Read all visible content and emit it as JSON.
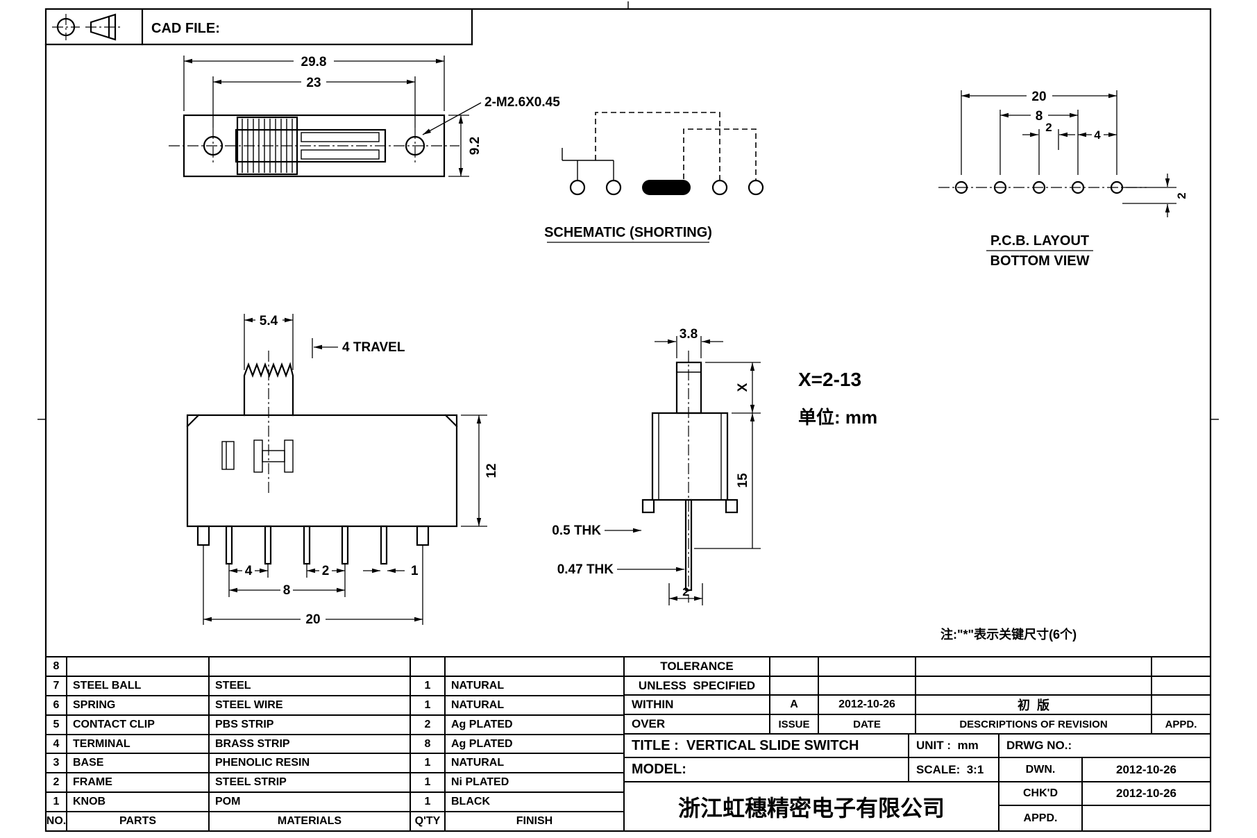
{
  "sheet": {
    "cad_file_label": "CAD FILE:",
    "note": "注:\"*\"表示关键尺寸(6个)"
  },
  "front_view": {
    "dim_width": "29.8",
    "dim_hole_span": "23",
    "dim_height": "9.2",
    "thread_callout": "2-M2.6X0.45"
  },
  "schematic": {
    "caption": "SCHEMATIC (SHORTING)"
  },
  "pcb_view": {
    "dim_total": "20",
    "dim_inner": "8",
    "dim_pitch": "2",
    "dim_end": "4",
    "dim_row": "2",
    "caption_line1": "P.C.B. LAYOUT",
    "caption_line2": "BOTTOM VIEW"
  },
  "side_view": {
    "dim_knob_width": "5.4",
    "dim_travel": "4 TRAVEL",
    "dim_body_height": "12",
    "dim_pin_a": "4",
    "dim_pin_b": "2",
    "dim_pin_c": "8",
    "dim_pin_total": "20",
    "dim_pin_width": "1"
  },
  "profile_view": {
    "dim_stem": "3.8",
    "dim_x": "X",
    "dim_height": "15",
    "dim_thk_frame": "0.5 THK",
    "dim_thk_pin": "0.47 THK",
    "dim_pin_offset": "2",
    "x_range": "X=2-13",
    "unit_note": "单位: mm"
  },
  "parts_table": {
    "headers": {
      "no": "NO.",
      "parts": "PARTS",
      "materials": "MATERIALS",
      "qty": "Q'TY",
      "finish": "FINISH"
    },
    "rows": [
      {
        "no": "8",
        "parts": "",
        "materials": "",
        "qty": "",
        "finish": ""
      },
      {
        "no": "7",
        "parts": "STEEL BALL",
        "materials": "STEEL",
        "qty": "1",
        "finish": "NATURAL"
      },
      {
        "no": "6",
        "parts": "SPRING",
        "materials": "STEEL WIRE",
        "qty": "1",
        "finish": "NATURAL"
      },
      {
        "no": "5",
        "parts": "CONTACT CLIP",
        "materials": "PBS STRIP",
        "qty": "2",
        "finish": "Ag PLATED"
      },
      {
        "no": "4",
        "parts": "TERMINAL",
        "materials": "BRASS STRIP",
        "qty": "8",
        "finish": "Ag PLATED"
      },
      {
        "no": "3",
        "parts": "BASE",
        "materials": "PHENOLIC RESIN",
        "qty": "1",
        "finish": "NATURAL"
      },
      {
        "no": "2",
        "parts": "FRAME",
        "materials": "STEEL STRIP",
        "qty": "1",
        "finish": "Ni PLATED"
      },
      {
        "no": "1",
        "parts": "KNOB",
        "materials": "POM",
        "qty": "1",
        "finish": "BLACK"
      }
    ]
  },
  "title_block": {
    "tolerance_line1": "TOLERANCE",
    "tolerance_line2": "UNLESS  SPECIFIED",
    "within_label": "WITHIN",
    "over_label": "OVER",
    "revision": {
      "letter": "A",
      "date": "2012-10-26",
      "description": "初  版"
    },
    "issue_label": "ISSUE",
    "date_label": "DATE",
    "descriptions_label": "DESCRIPTIONS OF REVISION",
    "appd_label": "APPD.",
    "title": "TITLE :  VERTICAL SLIDE SWITCH",
    "unit": "UNIT :  mm",
    "drwg_no_label": "DRWG NO.:",
    "model_label": "MODEL:",
    "scale": "SCALE:  3:1",
    "dwn_label": "DWN.",
    "dwn_date": "2012-10-26",
    "company": "浙江虹穗精密电子有限公司",
    "chkd_label": "CHK'D",
    "chkd_date": "2012-10-26",
    "appd2_label": "APPD."
  }
}
